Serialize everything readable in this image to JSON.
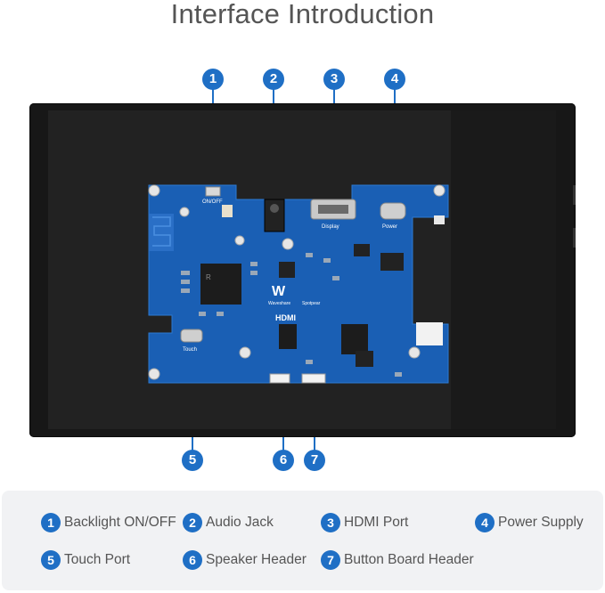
{
  "title": "Interface Introduction",
  "callouts": [
    {
      "num": "1",
      "label": "Backlight ON/OFF"
    },
    {
      "num": "2",
      "label": "Audio Jack"
    },
    {
      "num": "3",
      "label": "HDMI Port"
    },
    {
      "num": "4",
      "label": "Power Supply"
    },
    {
      "num": "5",
      "label": "Touch Port"
    },
    {
      "num": "6",
      "label": "Speaker Header"
    },
    {
      "num": "7",
      "label": "Button Board Header"
    }
  ],
  "board_text": {
    "onoff": "ON/OFF",
    "touch": "Touch",
    "display": "Display",
    "power": "Power",
    "brand1": "Waveshare",
    "brand2": "Spotpear",
    "hdmi": "HDMI"
  },
  "colors": {
    "accent": "#1f6fc5",
    "board": "#1a5fb4",
    "bezel": "#171717"
  }
}
